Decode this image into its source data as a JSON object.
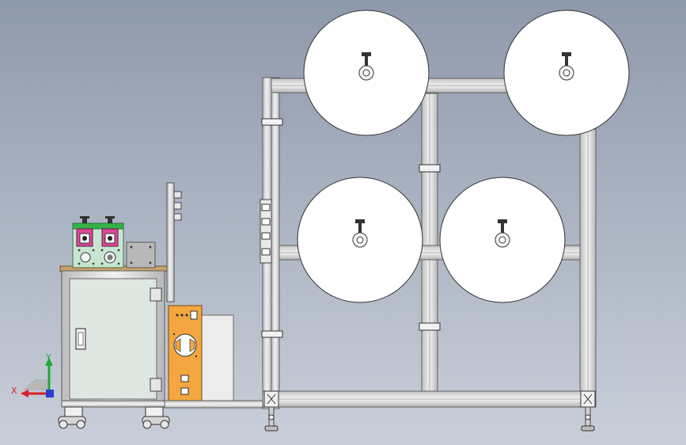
{
  "viewport": {
    "background_top": "#8e99ab",
    "background_bottom": "#c9cfd9"
  },
  "triad": {
    "x_label": "X",
    "y_label": "Y",
    "x_color": "#d8202a",
    "y_color": "#1fa83a",
    "z_color": "#2a3fd0"
  },
  "colors": {
    "frame": "#dcdcdc",
    "frame_edge": "#707070",
    "reel": "#ffffff",
    "cabinet_panel": "#dfe7e3",
    "control_box": "#c7e6cf",
    "control_top": "#35b24a",
    "knob_housing": "#e0479a",
    "motor_plate": "#f4a640",
    "base_plate": "#c8a16b"
  },
  "reels": [
    {
      "id": "top-left"
    },
    {
      "id": "top-right"
    },
    {
      "id": "middle-left"
    },
    {
      "id": "middle-right"
    }
  ]
}
